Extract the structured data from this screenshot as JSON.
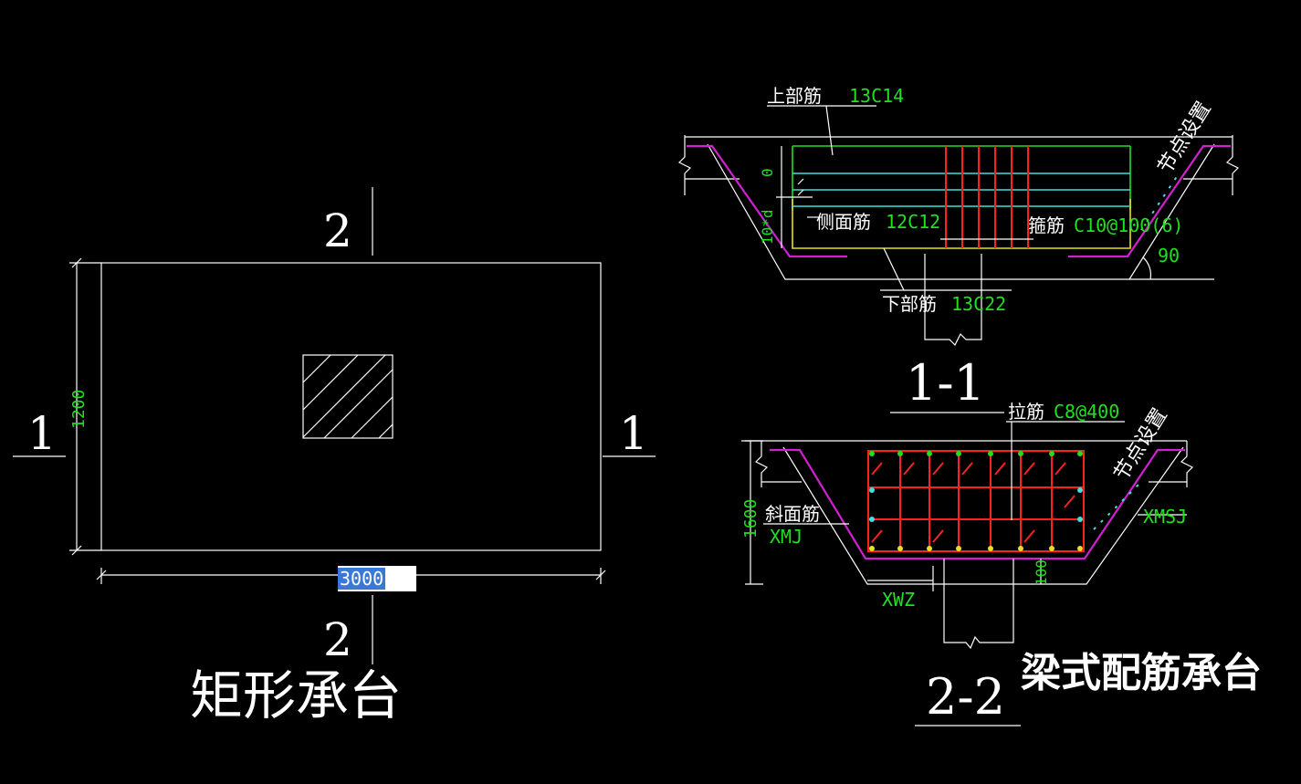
{
  "plan": {
    "title": "矩形承台",
    "section_mark_left": "1",
    "section_mark_right": "1",
    "section_mark_top": "2",
    "section_mark_bottom": "2",
    "dim_height": "1200",
    "dim_width_editing": "3000"
  },
  "section_1_1": {
    "label": "1-1",
    "top_bar_label": "上部筋",
    "top_bar_value": "13C14",
    "side_bar_label": "侧面筋",
    "side_bar_value": "12C12",
    "stirrup_label": "箍筋",
    "stirrup_value": "C10@100(6)",
    "bottom_bar_label": "下部筋",
    "bottom_bar_value": "13C22",
    "node_setting": "节点设置",
    "angle": "90",
    "dim_zero": "0",
    "dim_10d": "10*d"
  },
  "section_2_2": {
    "label": "2-2",
    "tie_label": "拉筋",
    "tie_value": "C8@400",
    "slope_label": "斜面筋",
    "xmj": "XMJ",
    "xmsj": "XMSJ",
    "xwz": "XWZ",
    "dim_height": "1600",
    "dim_100": "100",
    "node_setting": "节点设置",
    "title": "梁式配筋承台"
  },
  "colors": {
    "background": "#000000",
    "line": "#ffffff",
    "rebar_red": "#ff2020",
    "magenta": "#d020d0",
    "green_text": "#20e020",
    "yellow": "#e8e020",
    "cyan": "#40e0e0",
    "edit_highlight": "#3a78d8"
  }
}
